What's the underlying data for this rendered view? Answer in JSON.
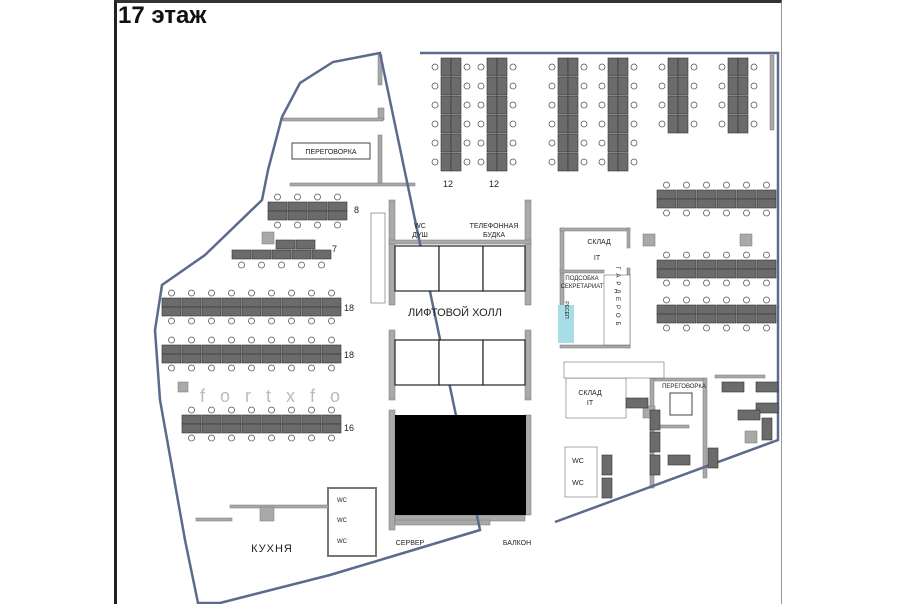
{
  "title": "17 этаж",
  "rooms": {
    "meeting_left": "ПЕРЕГОВОРКА",
    "meeting_right": "ПЕРЕГОВОРКА",
    "wc_shower": [
      "WC",
      "ДУШ"
    ],
    "phone_booth": [
      "ТЕЛЕФОННАЯ",
      "БУДКА"
    ],
    "elevator_hall": "ЛИФТОВОЙ ХОЛЛ",
    "storage_it_top": [
      "СКЛАД",
      "IT"
    ],
    "storage_it_bottom": [
      "СКЛАД",
      "IT"
    ],
    "utility_secretariat": [
      "ПОДСОБКА",
      "СЕКРЕТАРИАТ"
    ],
    "wardrobe": "ГАРДЕРОБ",
    "reception": "РЕСЕП",
    "kitchen": "КУХНЯ",
    "server": "СЕРВЕР",
    "balcony": "БАЛКОН",
    "wc": "WC"
  },
  "desk_counts": {
    "col1": "12",
    "col2": "12",
    "row8": "8",
    "row7": "7",
    "row18a": "18",
    "row18b": "18",
    "row16": "16"
  },
  "watermark": "f o r t x f o",
  "colors": {
    "desk": "#6b6b6b",
    "wall": "#a9a9a9",
    "outline": "#5a6b8c",
    "reception": "#a8dce6",
    "shaft": "#000000"
  }
}
